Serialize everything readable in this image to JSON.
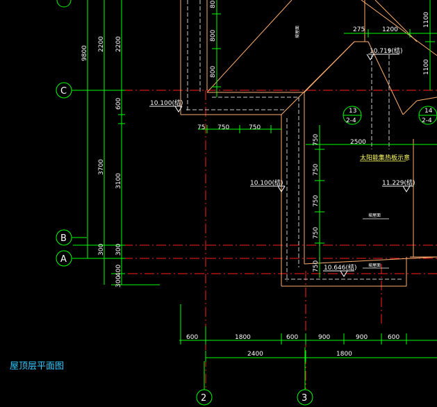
{
  "drawing_title": "屋顶层平面图",
  "axis_labels": {
    "C": "C",
    "B": "B",
    "A": "A",
    "n2": "2",
    "n3": "3"
  },
  "left_dims": {
    "d9800": "9800",
    "d2200a": "2200",
    "d2200b": "2200",
    "d600": "600",
    "d3700": "3700",
    "d3100": "3100",
    "d300a": "300",
    "d300b": "300",
    "d300c": "300",
    "d400": "400"
  },
  "upper_dims": {
    "d800a": "800",
    "d800b": "800",
    "d800c": "800",
    "d275": "275",
    "d1200": "1200",
    "d1100a": "1100",
    "d1100b": "1100"
  },
  "mid_dims": {
    "d75": "75",
    "d750a": "750",
    "d750b": "750",
    "d2500": "2500"
  },
  "vert_dims": {
    "v750a": "750",
    "v750b": "750",
    "v750c": "750",
    "v750d": "750",
    "v750e": "750"
  },
  "bottom_dims": {
    "b600a": "600",
    "b1800a": "1800",
    "b600b": "600",
    "b900a": "900",
    "b900b": "900",
    "b600c": "600",
    "b2400": "2400",
    "b1800b": "1800"
  },
  "levels": {
    "l1": "10.719(结)",
    "l2": "10.100(结)",
    "l3": "10.100(结)",
    "l4": "11.229(结)",
    "l5": "10.646(结)"
  },
  "details": {
    "d13": "13",
    "d13ref": "2-4",
    "d14": "14",
    "d14ref": "2-4"
  },
  "notes": {
    "solar": "太阳能集热板示意"
  },
  "slope_labels": {
    "s1": "坡屋面",
    "s2": "坡屋面",
    "s3": "坡屋面"
  },
  "colors": {
    "axis_red": "#ff2020",
    "dim_green": "#00ff00",
    "wall_orange": "#ffb070",
    "text_white": "#ffffff",
    "title_cyan": "#33ccff"
  }
}
